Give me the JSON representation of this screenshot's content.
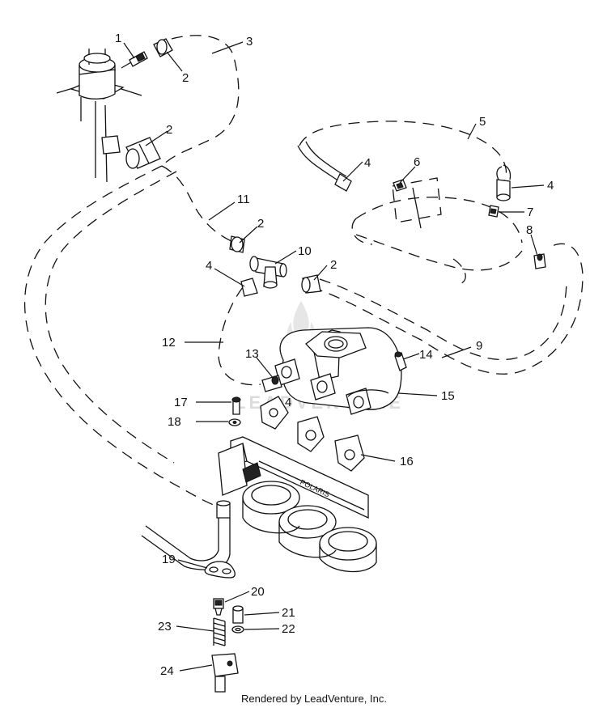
{
  "diagram": {
    "callouts": [
      {
        "id": "c1",
        "label": "1"
      },
      {
        "id": "c2a",
        "label": "2"
      },
      {
        "id": "c3",
        "label": "3"
      },
      {
        "id": "c2b",
        "label": "2"
      },
      {
        "id": "c5",
        "label": "5"
      },
      {
        "id": "c4a",
        "label": "4"
      },
      {
        "id": "c6",
        "label": "6"
      },
      {
        "id": "c4b",
        "label": "4"
      },
      {
        "id": "c7",
        "label": "7"
      },
      {
        "id": "c8",
        "label": "8"
      },
      {
        "id": "c11",
        "label": "11"
      },
      {
        "id": "c2c",
        "label": "2"
      },
      {
        "id": "c10",
        "label": "10"
      },
      {
        "id": "c4c",
        "label": "4"
      },
      {
        "id": "c2d",
        "label": "2"
      },
      {
        "id": "c12",
        "label": "12"
      },
      {
        "id": "c9",
        "label": "9"
      },
      {
        "id": "c13",
        "label": "13"
      },
      {
        "id": "c14",
        "label": "14"
      },
      {
        "id": "c15",
        "label": "15"
      },
      {
        "id": "c17",
        "label": "17"
      },
      {
        "id": "c4d",
        "label": "4"
      },
      {
        "id": "c18",
        "label": "18"
      },
      {
        "id": "c16",
        "label": "16"
      },
      {
        "id": "c19",
        "label": "19"
      },
      {
        "id": "c20",
        "label": "20"
      },
      {
        "id": "c21",
        "label": "21"
      },
      {
        "id": "c22",
        "label": "22"
      },
      {
        "id": "c23",
        "label": "23"
      },
      {
        "id": "c24",
        "label": "24"
      }
    ],
    "credit": "Rendered by LeadVenture, Inc."
  }
}
